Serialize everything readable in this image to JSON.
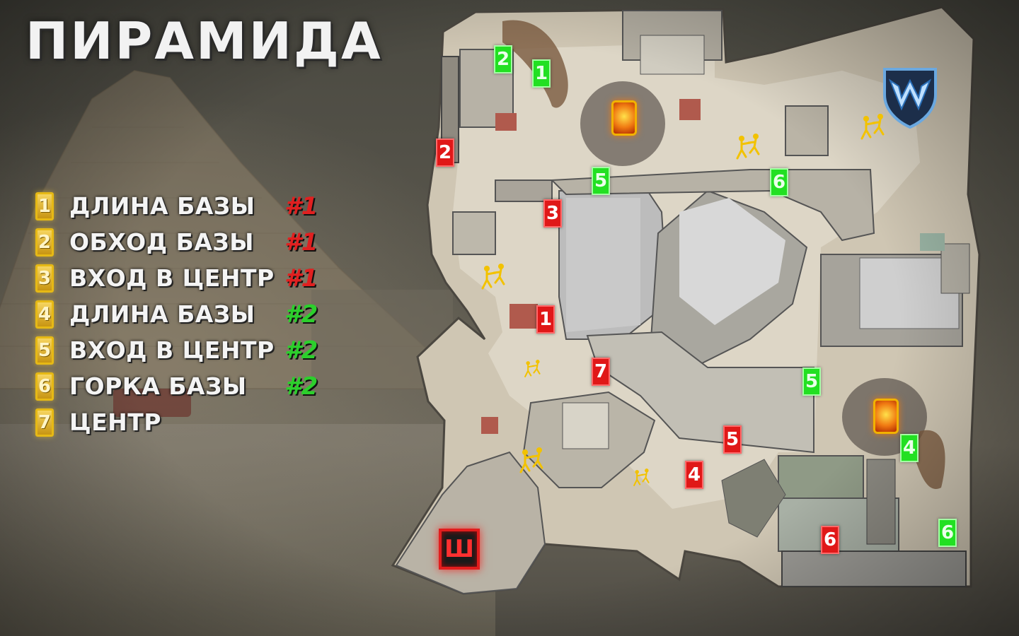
{
  "title": "ПИРАМИДА",
  "legend": [
    {
      "num": "1",
      "label": "ДЛИНА БАЗЫ",
      "team": "#1",
      "team_color": "#e02020"
    },
    {
      "num": "2",
      "label": "ОБХОД БАЗЫ",
      "team": "#1",
      "team_color": "#e02020"
    },
    {
      "num": "3",
      "label": "ВХОД В ЦЕНТР",
      "team": "#1",
      "team_color": "#e02020"
    },
    {
      "num": "4",
      "label": "ДЛИНА БАЗЫ",
      "team": "#2",
      "team_color": "#2ccf2c"
    },
    {
      "num": "5",
      "label": "ВХОД В ЦЕНТР",
      "team": "#2",
      "team_color": "#2ccf2c"
    },
    {
      "num": "6",
      "label": "ГОРКА БАЗЫ",
      "team": "#2",
      "team_color": "#2ccf2c"
    },
    {
      "num": "7",
      "label": "ЦЕНТР",
      "team": ""
    }
  ],
  "markers": {
    "green": [
      "2",
      "1",
      "5",
      "6",
      "5",
      "4",
      "6"
    ],
    "red": [
      "2",
      "3",
      "1",
      "7",
      "5",
      "4",
      "6"
    ]
  },
  "spawn_label": "Ш",
  "icons": {
    "logo": "warface-logo-icon",
    "bomb": "bomb-site-icon",
    "boost": "team-boost-icon"
  },
  "colors": {
    "legend_gold": "#e6b915",
    "marker_red": "#e01818",
    "marker_green": "#22e022"
  }
}
